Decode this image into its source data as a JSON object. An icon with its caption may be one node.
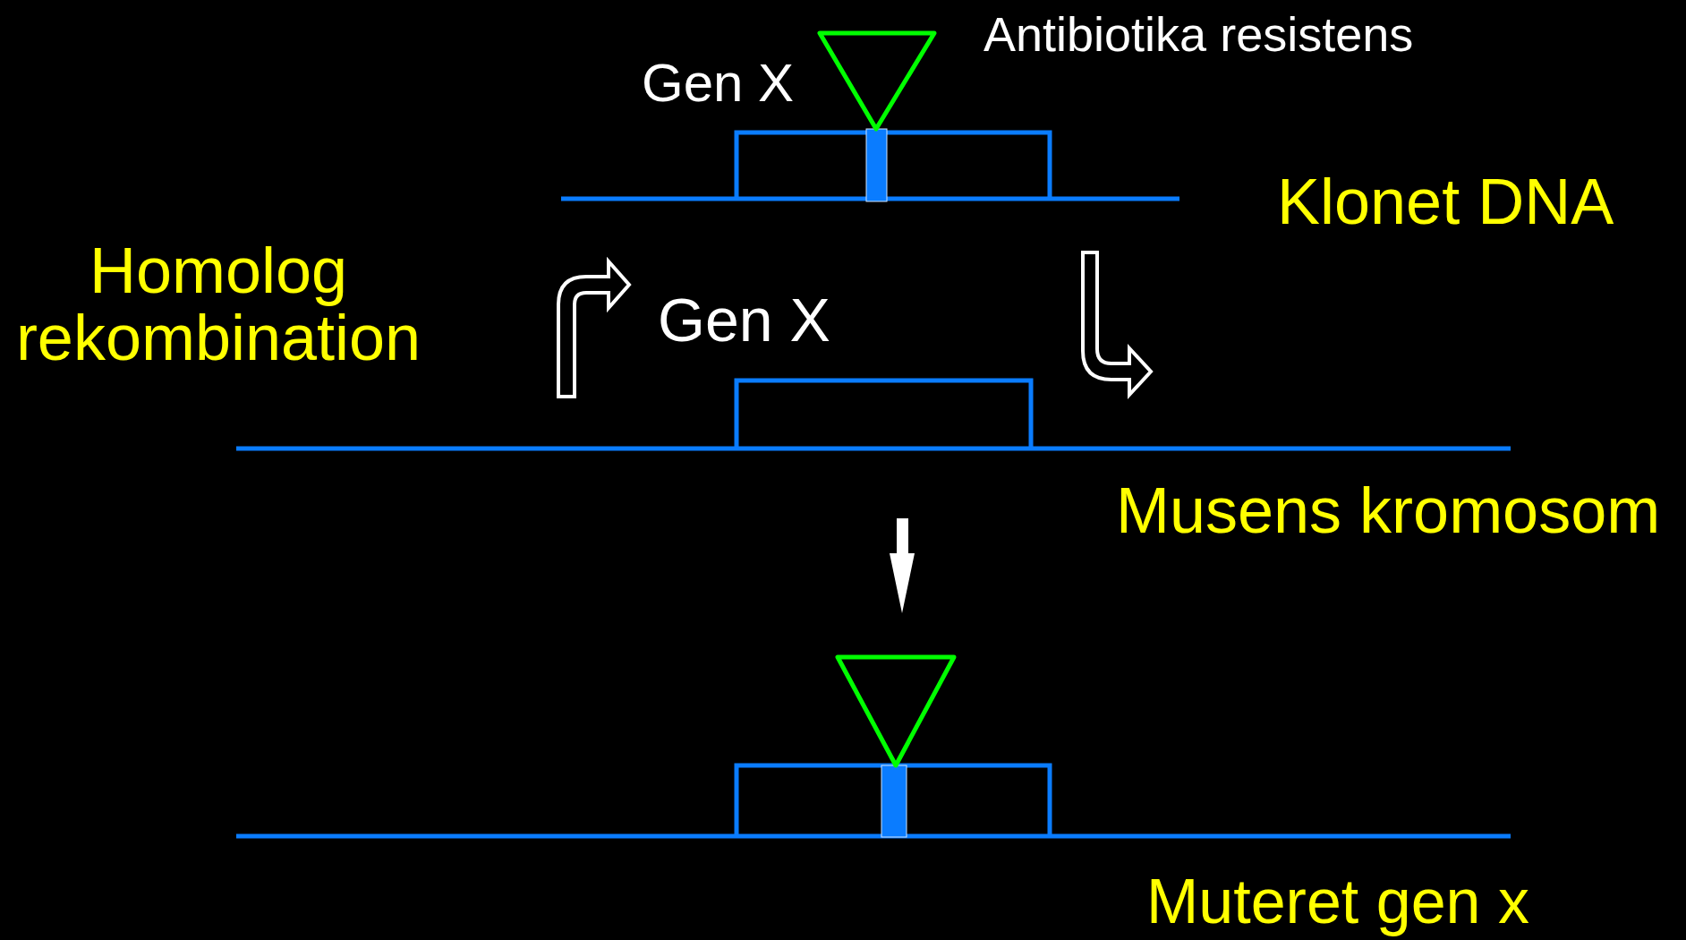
{
  "diagram": {
    "labels": [
      "Antibiotika resistens",
      "Gen X",
      "Klonet DNA",
      "Homolog rekombination",
      "Gen X",
      "Musens kromosom",
      "Muteret gen x"
    ]
  }
}
